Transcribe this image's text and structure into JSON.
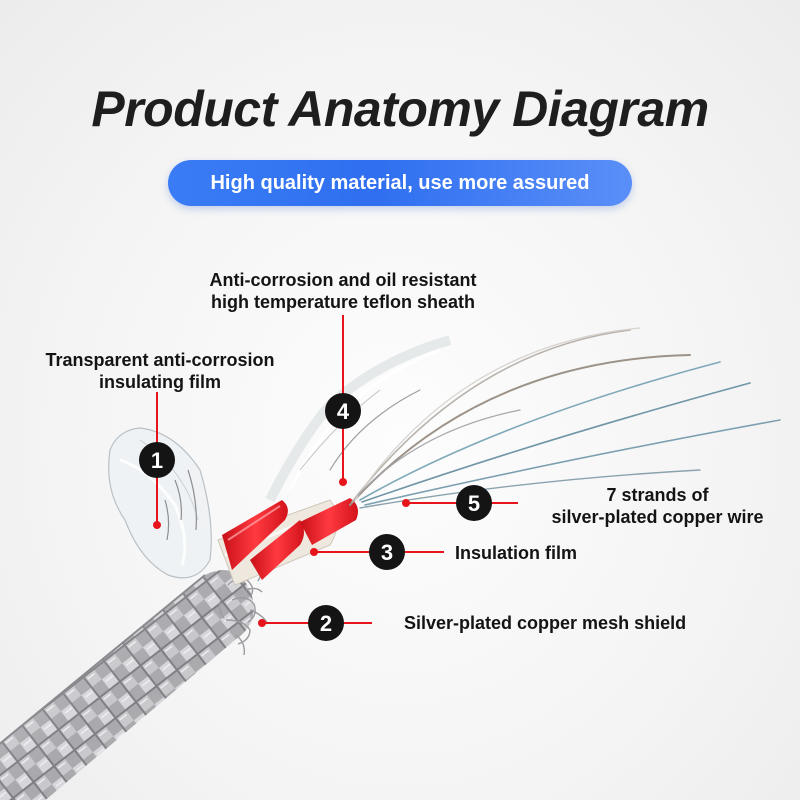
{
  "header": {
    "title": "Product Anatomy Diagram",
    "subtitle": "High quality material, use more assured"
  },
  "callouts": [
    {
      "number": "1",
      "lines": [
        "Transparent anti-corrosion",
        "insulating film"
      ]
    },
    {
      "number": "2",
      "lines": [
        "Silver-plated copper mesh shield"
      ]
    },
    {
      "number": "3",
      "lines": [
        "Insulation film"
      ]
    },
    {
      "number": "4",
      "lines": [
        "Anti-corrosion and oil resistant",
        "high temperature teflon sheath"
      ]
    },
    {
      "number": "5",
      "lines": [
        "7 strands of",
        "silver-plated copper wire"
      ]
    }
  ],
  "colors": {
    "accent": "#e8141c",
    "badge": "#141414",
    "pill_start": "#3a7cf5",
    "pill_end": "#5a8ff8",
    "title": "#1e1e1e"
  }
}
